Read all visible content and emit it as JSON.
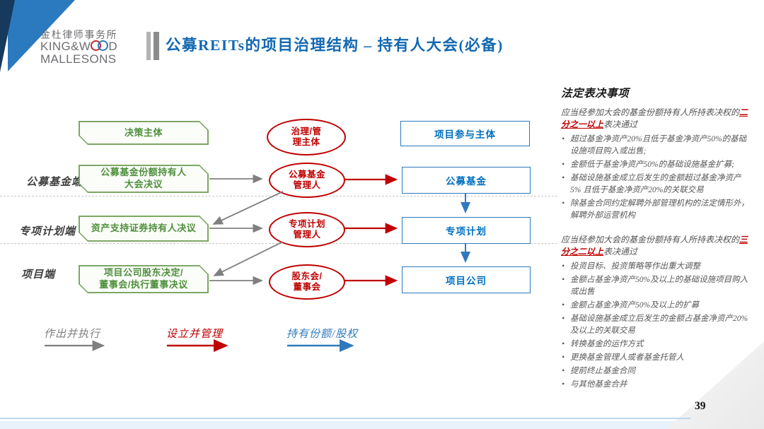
{
  "colors": {
    "decision_green": "#4e8f3d",
    "governance_red": "#c00000",
    "participant_blue": "#0070c0",
    "title_blue": "#1268b2",
    "deco_navy": "#17395c",
    "deco_blue": "#2b7abf"
  },
  "header": {
    "logo_cn": "金杜律师事务所",
    "logo_en1_prefix": "KING&W",
    "logo_en1_suffix": "D",
    "logo_en2": "MALLESONS",
    "title": "公募REITs的项目治理结构 – 持有人大会(必备)"
  },
  "diagram": {
    "headers": {
      "decision": "决策主体",
      "governance": "治理/管\n理主体",
      "participant": "项目参与主体"
    },
    "rows": [
      {
        "label": "公募基金端",
        "decision": "公募基金份额持有人\n大会决议",
        "manager": "公募基金\n管理人",
        "entity": "公募基金"
      },
      {
        "label": "专项计划端",
        "decision": "资产支持证券持有人决议",
        "manager": "专项计划\n管理人",
        "entity": "专项计划"
      },
      {
        "label": "项目端",
        "decision": "项目公司股东决定/\n董事会/执行董事决议",
        "manager": "股东会/\n董事会",
        "entity": "项目公司"
      }
    ],
    "legend": [
      {
        "label": "作出并执行",
        "color": "#7f7f7f"
      },
      {
        "label": "设立并管理",
        "color": "#c00000"
      },
      {
        "label": "持有份额/股权",
        "color": "#2e79be"
      }
    ]
  },
  "panel": {
    "title": "法定表决事项",
    "sections": [
      {
        "lead_prefix": "应当经参加大会的基金份额持有人所持表决权的",
        "lead_em": "二分之一以上",
        "lead_suffix": "表决通过",
        "bullets": [
          "超过基金净资产20%且低于基金净资产50%的基础设施项目购入或出售;",
          "金额低于基金净资产50%的基础设施基金扩募;",
          "基础设施基金成立后发生的金额超过基金净资产5% 且低于基金净资产20%的关联交易",
          "除基金合同约定解聘外部管理机构的法定情形外，解聘外部运营机构"
        ]
      },
      {
        "lead_prefix": "应当经参加大会的基金份额持有人所持表决权的",
        "lead_em": "三分之二以上",
        "lead_suffix": "表决通过",
        "bullets": [
          "投资目标、投资策略等作出重大调整",
          "金额占基金净资产50%及以上的基础设施项目购入或出售",
          "金额占基金净资产50%及以上的扩募",
          "基础设施基金成立后发生的金额占基金净资产20% 及以上的关联交易",
          "转换基金的运作方式",
          "更换基金管理人或者基金托管人",
          "提前终止基金合同",
          "与其他基金合并"
        ]
      }
    ]
  },
  "footer": {
    "page_number": "39"
  }
}
